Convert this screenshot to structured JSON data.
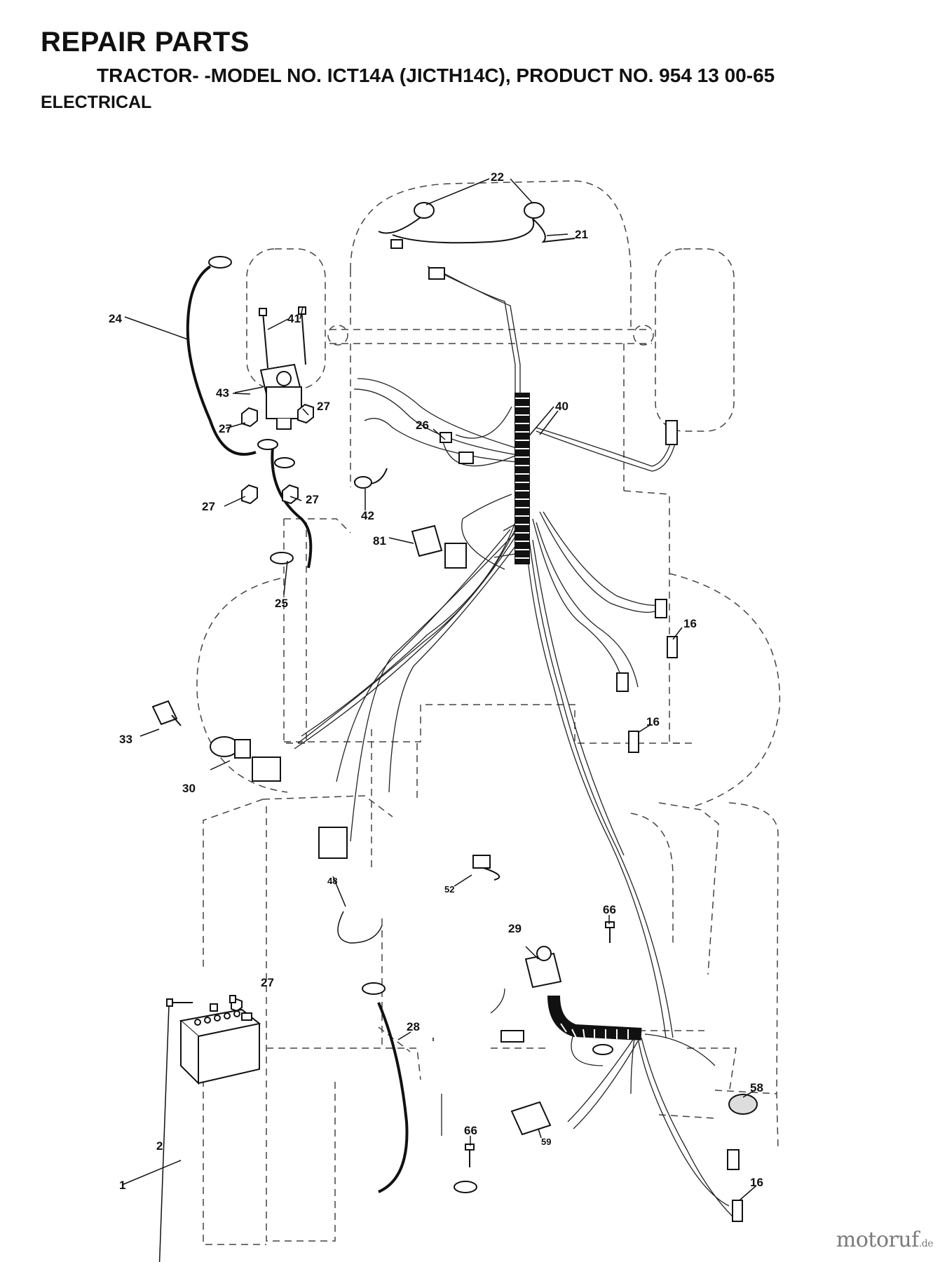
{
  "header": {
    "title": "REPAIR PARTS",
    "subtitle": "TRACTOR- -MODEL NO. ICT14A (JICTH14C), PRODUCT NO. 954 13 00-65",
    "section": "ELECTRICAL"
  },
  "callouts": {
    "p1": "1",
    "p2": "2",
    "p16a": "16",
    "p16b": "16",
    "p16c": "16",
    "p21": "21",
    "p22": "22",
    "p24": "24",
    "p25": "25",
    "p26": "26",
    "p27a": "27",
    "p27b": "27",
    "p27c": "27",
    "p27d": "27",
    "p27e": "27",
    "p28": "28",
    "p29": "29",
    "p30": "30",
    "p33": "33",
    "p40": "40",
    "p41": "41",
    "p42": "42",
    "p43": "43",
    "p48": "48",
    "p52": "52",
    "p58": "58",
    "p59": "59",
    "p66a": "66",
    "p66b": "66",
    "p81": "81"
  },
  "watermark": {
    "brand": "motoruf",
    "suffix": ".de"
  },
  "colors": {
    "ink": "#111111",
    "outline": "#444444",
    "watermark": "#7a7a7a"
  },
  "icons": {
    "battery": "battery-icon",
    "solenoid": "solenoid-icon",
    "ignition_switch": "ignition-switch-icon",
    "key": "key-icon",
    "relay": "relay-icon",
    "headlight": "headlight-icon",
    "connector": "connector-icon"
  }
}
